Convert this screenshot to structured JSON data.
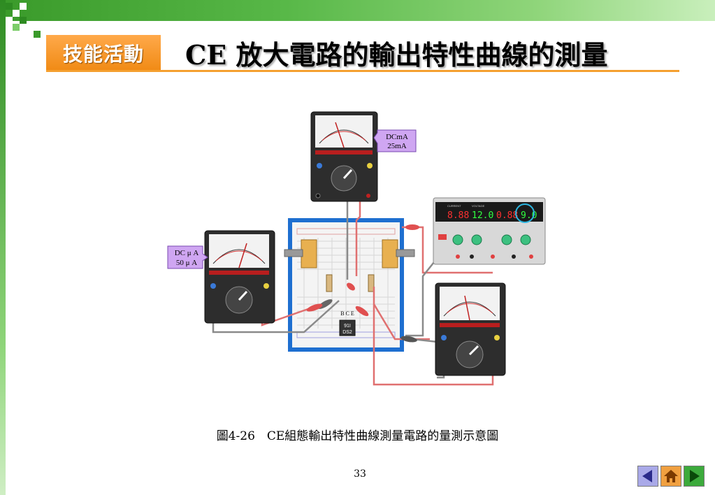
{
  "header": {
    "tag": "技能活動",
    "title": "CE 放大電路的輸出特性曲線的測量"
  },
  "figure": {
    "caption": "圖4-26　CE組態輸出特性曲線測量電路的量測示意圖",
    "meter_top_label_1": "DCmA",
    "meter_top_label_2": "25mA",
    "meter_left_label_1": "DC μ A",
    "meter_left_label_2": "50 μ A",
    "psu_display_1": "8.88",
    "psu_display_2": "12.0",
    "psu_display_3": "0.88",
    "psu_display_4": "9.0",
    "psu_label_current": "CURRENT",
    "psu_label_voltage": "VOLTAGE",
    "transistor_pins": "B C E",
    "transistor_id_1": "91I",
    "transistor_id_2": "DS2"
  },
  "footer": {
    "page_number": "33"
  },
  "nav": {
    "prev": "previous-arrow-icon",
    "home": "home-icon",
    "next": "next-arrow-icon"
  },
  "colors": {
    "accent_orange": "#f08a14",
    "rule_orange": "#f5a030",
    "band_green": "#58b848",
    "label_purple": "#c9a0f0",
    "wire_red": "#e06060",
    "wire_gray": "#8a8a8a"
  }
}
